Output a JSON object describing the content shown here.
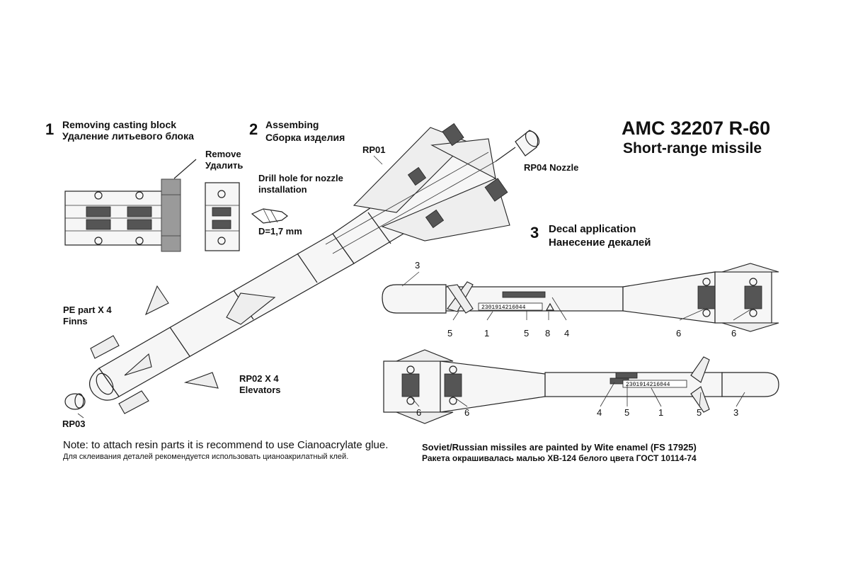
{
  "title": {
    "line1": "AMC 32207 R-60",
    "line2": "Short-range missile"
  },
  "steps": [
    {
      "num": "1",
      "en": "Removing casting block",
      "ru": "Удаление литьевого блока"
    },
    {
      "num": "2",
      "en": "Assembing",
      "ru": "Сборка изделия"
    },
    {
      "num": "3",
      "en": "Decal application",
      "ru": "Нанесение декалей"
    }
  ],
  "labels": {
    "remove_en": "Remove",
    "remove_ru": "Удалить",
    "drill_line1": "Drill hole for nozzle",
    "drill_line2": "installation",
    "diameter": "D=1,7 mm",
    "rp01": "RP01",
    "rp04": "RP04 Nozzle",
    "pe_line1": "PE part X 4",
    "pe_line2": "Finns",
    "rp02_line1": "RP02 X 4",
    "rp02_line2": "Elevators",
    "rp03": "RP03"
  },
  "decal_serial": "2301914216044",
  "top_view_callouts": [
    "3",
    "5",
    "1",
    "5",
    "8",
    "4",
    "6",
    "6"
  ],
  "bottom_view_callouts": [
    "6",
    "6",
    "4",
    "5",
    "1",
    "5",
    "3"
  ],
  "notes": {
    "en": "Note: to attach resin parts it is recommend to use Cianoacrylate glue.",
    "ru": "Для склеивания деталей рекомендуется использовать цианоакрилатный клей."
  },
  "paint": {
    "en": "Soviet/Russian missiles are painted by Wite enamel (FS 17925)",
    "ru": "Ракета окрашивалась малью ХВ-124 белого цвета ГОСТ 10114-74"
  }
}
